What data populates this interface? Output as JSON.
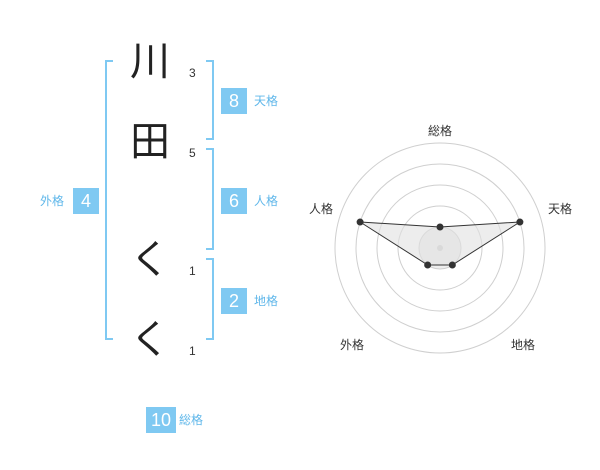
{
  "name_chars": [
    {
      "char": "川",
      "strokes": "3"
    },
    {
      "char": "田",
      "strokes": "5"
    },
    {
      "char": "く",
      "strokes": "1"
    },
    {
      "char": "く",
      "strokes": "1"
    }
  ],
  "fortune": {
    "tenkaku": {
      "label": "天格",
      "value": "8"
    },
    "jinkaku": {
      "label": "人格",
      "value": "6"
    },
    "chikaku": {
      "label": "地格",
      "value": "2"
    },
    "gaikaku": {
      "label": "外格",
      "value": "4"
    },
    "soukaku": {
      "label": "総格",
      "value": "10"
    }
  },
  "colors": {
    "accent": "#7fc9f2",
    "label_text": "#5fb7ea"
  },
  "chart_data": {
    "type": "radar",
    "axes": [
      "総格",
      "天格",
      "地格",
      "外格",
      "人格"
    ],
    "values": [
      1,
      4,
      1,
      1,
      4
    ],
    "rlim": [
      0,
      5
    ],
    "grid": true
  }
}
